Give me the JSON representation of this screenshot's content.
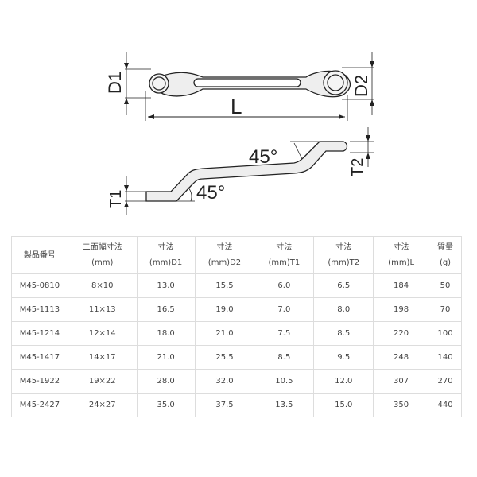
{
  "drawing": {
    "labels": {
      "d1": "D1",
      "d2": "D2",
      "l": "L",
      "t1": "T1",
      "t2": "T2",
      "angle1": "45°",
      "angle2": "45°"
    }
  },
  "table": {
    "headers": [
      [
        "製品番号",
        ""
      ],
      [
        "二面幅寸法",
        "(mm)"
      ],
      [
        "寸法",
        "(mm)D1"
      ],
      [
        "寸法",
        "(mm)D2"
      ],
      [
        "寸法",
        "(mm)T1"
      ],
      [
        "寸法",
        "(mm)T2"
      ],
      [
        "寸法",
        "(mm)L"
      ],
      [
        "質量",
        "(g)"
      ]
    ],
    "rows": [
      [
        "M45-0810",
        "8×10",
        "13.0",
        "15.5",
        "6.0",
        "6.5",
        "184",
        "50"
      ],
      [
        "M45-1113",
        "11×13",
        "16.5",
        "19.0",
        "7.0",
        "8.0",
        "198",
        "70"
      ],
      [
        "M45-1214",
        "12×14",
        "18.0",
        "21.0",
        "7.5",
        "8.5",
        "220",
        "100"
      ],
      [
        "M45-1417",
        "14×17",
        "21.0",
        "25.5",
        "8.5",
        "9.5",
        "248",
        "140"
      ],
      [
        "M45-1922",
        "19×22",
        "28.0",
        "32.0",
        "10.5",
        "12.0",
        "307",
        "270"
      ],
      [
        "M45-2427",
        "24×27",
        "35.0",
        "37.5",
        "13.5",
        "15.0",
        "350",
        "440"
      ]
    ]
  }
}
